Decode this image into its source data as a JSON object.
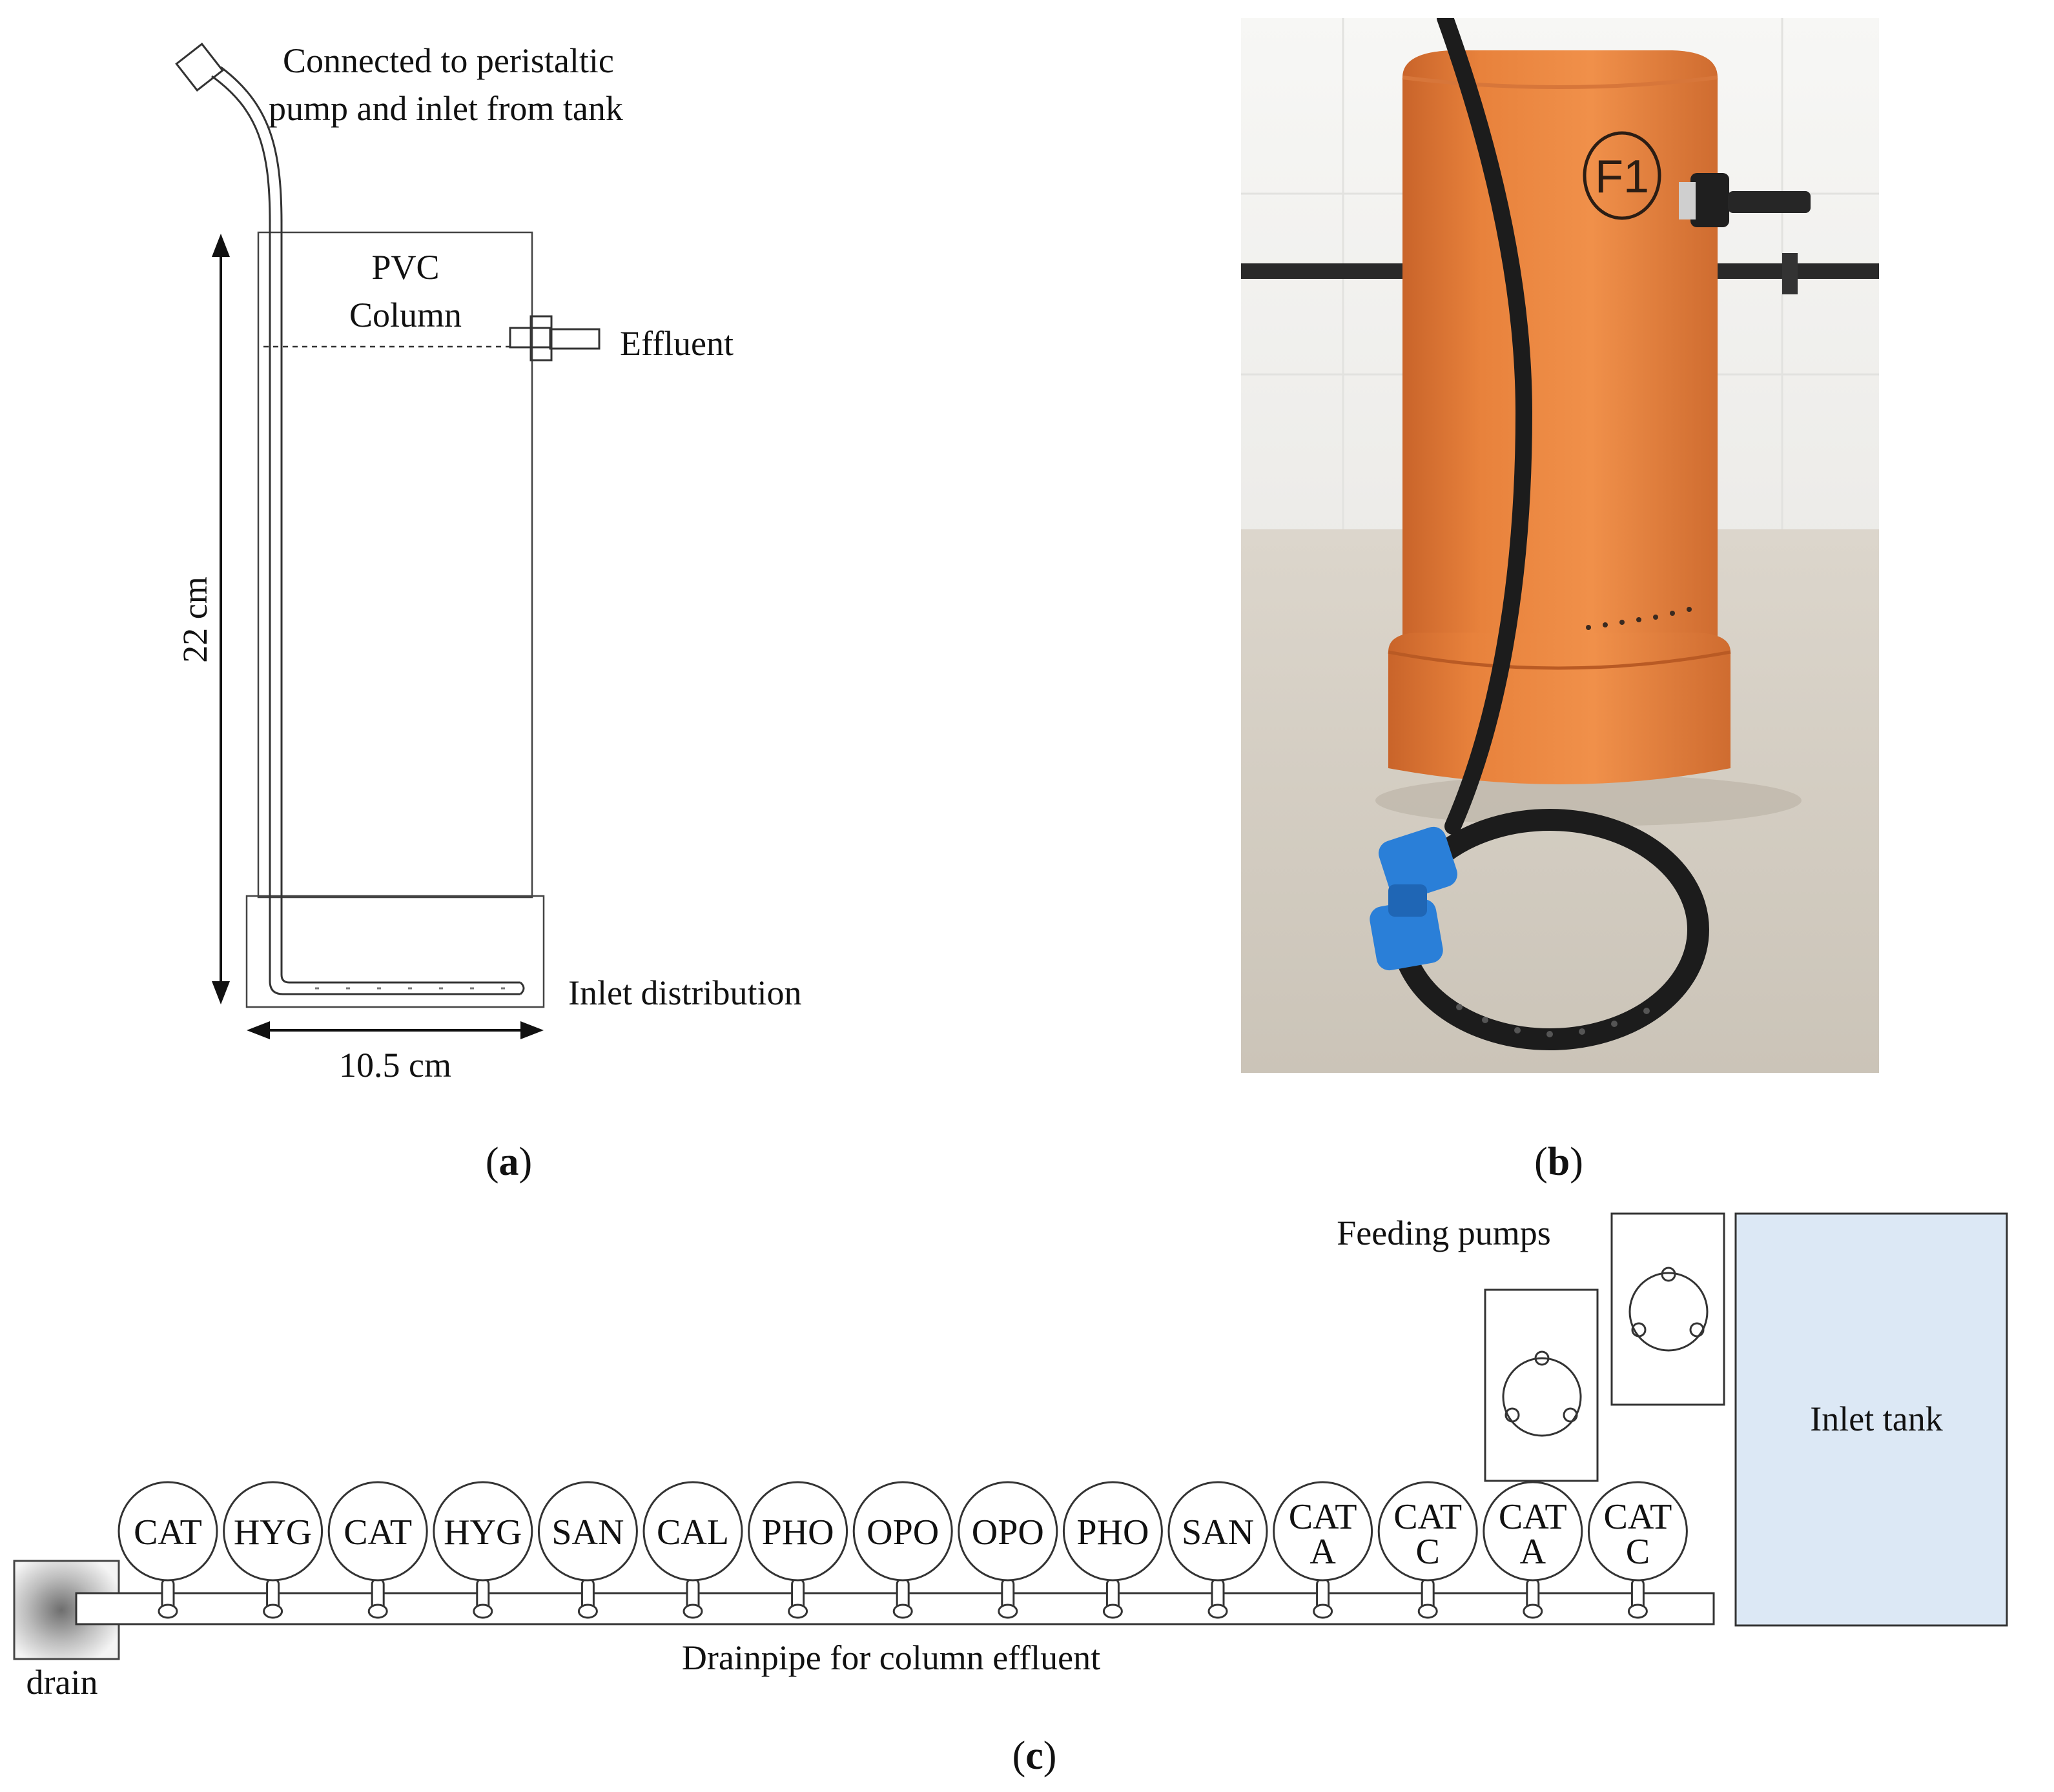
{
  "panel_a": {
    "caption_open": "(",
    "caption_letter": "a",
    "caption_close": ")",
    "label_connected_line1": "Connected to peristaltic",
    "label_connected_line2": "pump and inlet from tank",
    "label_pvc_line1": "PVC",
    "label_pvc_line2": "Column",
    "label_effluent": "Effluent",
    "label_inlet_distribution": "Inlet distribution",
    "height_label": "22 cm",
    "width_label": "10.5 cm"
  },
  "panel_b": {
    "caption_open": "(",
    "caption_letter": "b",
    "caption_close": ")",
    "column_marking": "F1",
    "colors": {
      "column": "#e8823c",
      "column_shadow": "#c9642a",
      "wall": "#f2f2f2",
      "bench": "#d8d2c8",
      "tube": "#1c1c1c",
      "connector": "#2a7fd8"
    }
  },
  "panel_c": {
    "caption_open": "(",
    "caption_letter": "c",
    "caption_close": ")",
    "feeding_pumps_label": "Feeding pumps",
    "inlet_tank_label": "Inlet tank",
    "drainpipe_label": "Drainpipe for column effluent",
    "drain_label": "drain",
    "tank_color": "#dce8f5",
    "columns": [
      {
        "line1": "CAT",
        "line2": ""
      },
      {
        "line1": "HYG",
        "line2": ""
      },
      {
        "line1": "CAT",
        "line2": ""
      },
      {
        "line1": "HYG",
        "line2": ""
      },
      {
        "line1": "SAN",
        "line2": ""
      },
      {
        "line1": "CAL",
        "line2": ""
      },
      {
        "line1": "PHO",
        "line2": ""
      },
      {
        "line1": "OPO",
        "line2": ""
      },
      {
        "line1": "OPO",
        "line2": ""
      },
      {
        "line1": "PHO",
        "line2": ""
      },
      {
        "line1": "SAN",
        "line2": ""
      },
      {
        "line1": "CAT",
        "line2": "A"
      },
      {
        "line1": "CAT",
        "line2": "C"
      },
      {
        "line1": "CAT",
        "line2": "A"
      },
      {
        "line1": "CAT",
        "line2": "C"
      }
    ]
  }
}
